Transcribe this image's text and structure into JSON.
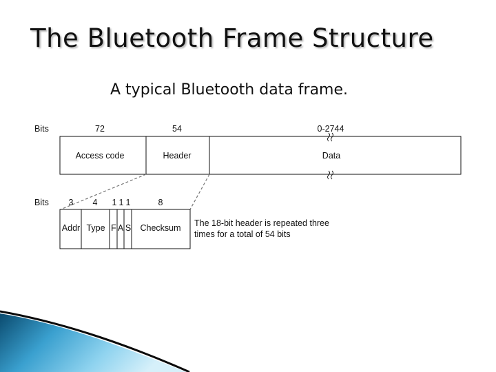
{
  "slide": {
    "title": "The Bluetooth Frame Structure",
    "subtitle": "A typical Bluetooth data frame."
  },
  "diagram": {
    "frame_row": {
      "bits_label": "Bits",
      "fields": [
        {
          "name": "Access code",
          "bits": "72"
        },
        {
          "name": "Header",
          "bits": "54"
        },
        {
          "name": "Data",
          "bits": "0-2744"
        }
      ]
    },
    "header_row": {
      "bits_label": "Bits",
      "fields": [
        {
          "name": "Addr",
          "bits": "3"
        },
        {
          "name": "Type",
          "bits": "4"
        },
        {
          "name": "F",
          "bits": "1"
        },
        {
          "name": "A",
          "bits": "1"
        },
        {
          "name": "S",
          "bits": "1"
        },
        {
          "name": "Checksum",
          "bits": "8"
        }
      ]
    },
    "note": {
      "line1": "The 18-bit header is repeated three",
      "line2": "times for a total of 54 bits"
    }
  },
  "colors": {
    "accent_dark": "#0a4a6e",
    "accent_light": "#6ec6ea",
    "line": "#111111"
  }
}
